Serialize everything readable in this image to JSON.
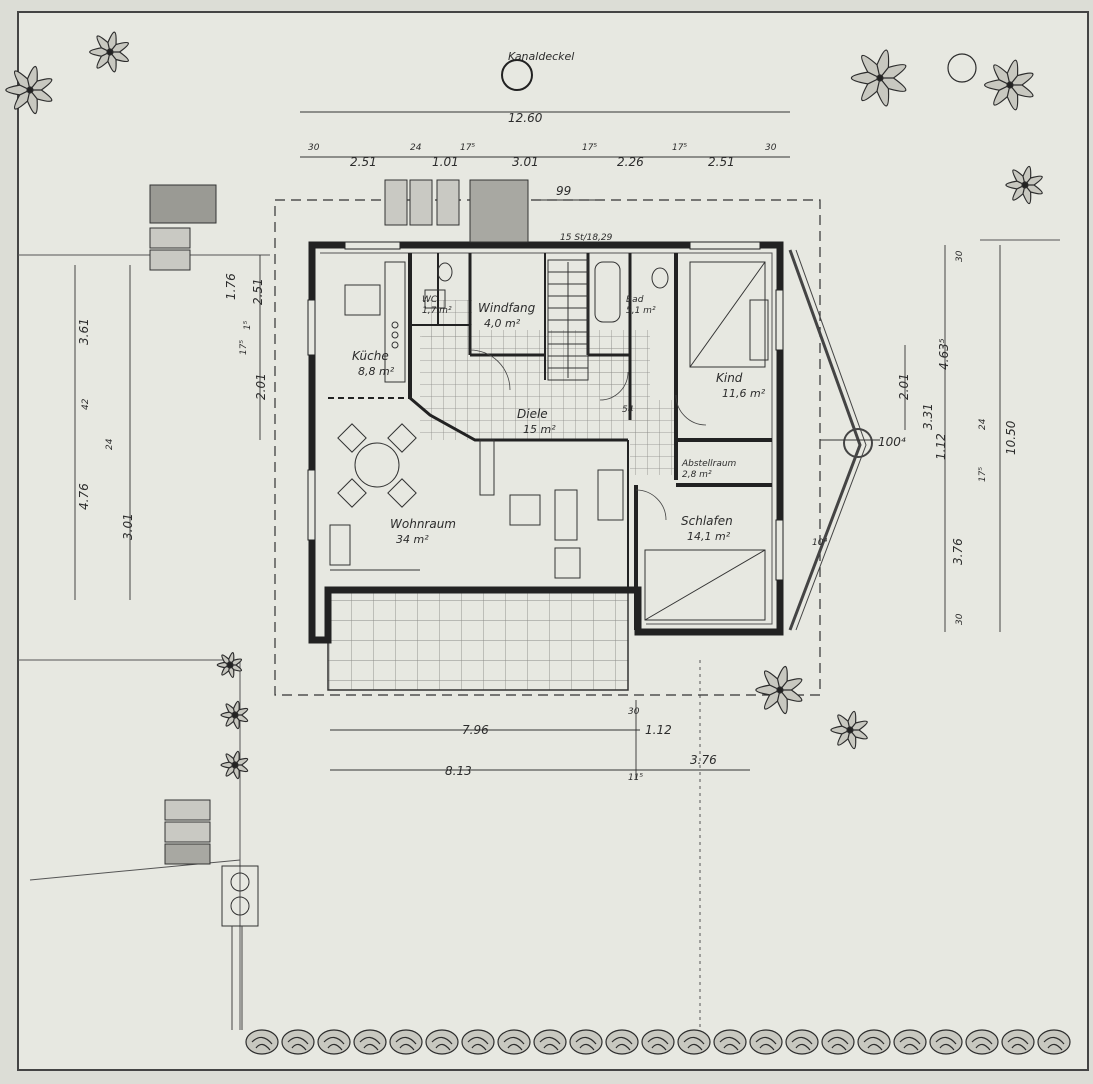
{
  "labels": {
    "kanaldeckel": "Kanaldeckel",
    "stairs": "15 St/18,29",
    "step": "54"
  },
  "rooms": [
    {
      "name": "Küche",
      "area": "8,8 m²"
    },
    {
      "name": "Windfang",
      "area": "4,0 m²"
    },
    {
      "name": "WC",
      "area": "1,7 m²"
    },
    {
      "name": "Bad",
      "area": "5,1 m²"
    },
    {
      "name": "Kind",
      "area": "11,6 m²"
    },
    {
      "name": "Diele",
      "area": "15 m²"
    },
    {
      "name": "Abstellraum",
      "area": "2,8 m²"
    },
    {
      "name": "Wohnraum",
      "area": "34 m²"
    },
    {
      "name": "Schlafen",
      "area": "14,1 m²"
    }
  ],
  "dims": {
    "top_total": "12.60",
    "top": [
      "30",
      "2.51",
      "24",
      "1.01",
      "17⁵",
      "3.01",
      "17⁵",
      "2.26",
      "17⁵",
      "2.51",
      "30"
    ],
    "door": "99",
    "left_outer": [
      "3.61",
      "4.76"
    ],
    "left_mid": [
      "1.76",
      "2.51",
      "1⁵",
      "17⁵",
      "2.01",
      "42",
      "24",
      "3.01"
    ],
    "right": [
      "30",
      "4.63⁵",
      "2.01",
      "3.31",
      "24",
      "1.12",
      "17⁵",
      "3.76",
      "30",
      "10.50",
      "100⁴"
    ],
    "bottom": [
      "7.96",
      "30",
      "1.12",
      "8.13",
      "11⁵",
      "3.76"
    ],
    "angle": "10⁴"
  }
}
